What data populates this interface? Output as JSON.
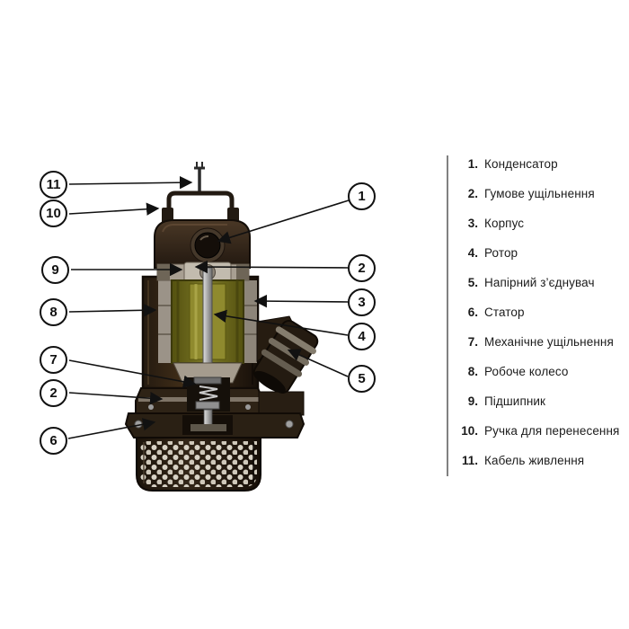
{
  "callouts": [
    {
      "num": "11"
    },
    {
      "num": "10"
    },
    {
      "num": "9"
    },
    {
      "num": "8"
    },
    {
      "num": "7"
    },
    {
      "num": "2"
    },
    {
      "num": "6"
    },
    {
      "num": "1"
    },
    {
      "num": "2"
    },
    {
      "num": "3"
    },
    {
      "num": "4"
    },
    {
      "num": "5"
    }
  ],
  "legend": {
    "items": [
      {
        "num": "1.",
        "label": "Конденсатор"
      },
      {
        "num": "2.",
        "label": "Гумове ущільнення"
      },
      {
        "num": "3.",
        "label": "Корпус"
      },
      {
        "num": "4.",
        "label": "Ротор"
      },
      {
        "num": "5.",
        "label": "Напірний з’єднувач"
      },
      {
        "num": "6.",
        "label": "Статор"
      },
      {
        "num": "7.",
        "label": "Механічне ущільнення"
      },
      {
        "num": "8.",
        "label": "Робоче колесо"
      },
      {
        "num": "9.",
        "label": "Підшипник"
      },
      {
        "num": "10.",
        "label": "Ручка для перенесення"
      },
      {
        "num": "11.",
        "label": "Кабель живлення"
      }
    ]
  },
  "colors": {
    "housing_dark": "#2a2014",
    "stator_olive": "#6e6a1e",
    "metal_gray": "#a89f92",
    "leader_line": "#111111",
    "divider_gray": "#818181"
  }
}
